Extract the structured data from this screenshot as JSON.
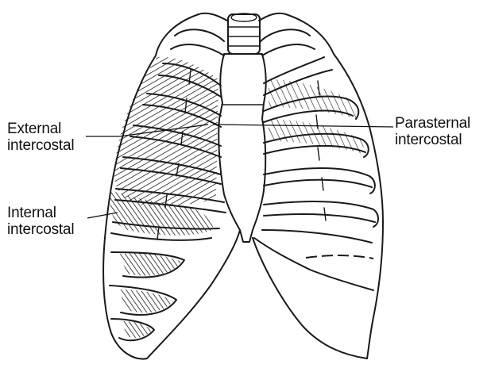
{
  "labels": {
    "external_line1": "External",
    "external_line2": "intercostal",
    "internal_line1": "Internal",
    "internal_line2": "intercostal",
    "parasternal_line1": "Parasternal",
    "parasternal_line2": "intercostal"
  },
  "colors": {
    "ink": "#1a1a1a",
    "background": "#ffffff"
  }
}
